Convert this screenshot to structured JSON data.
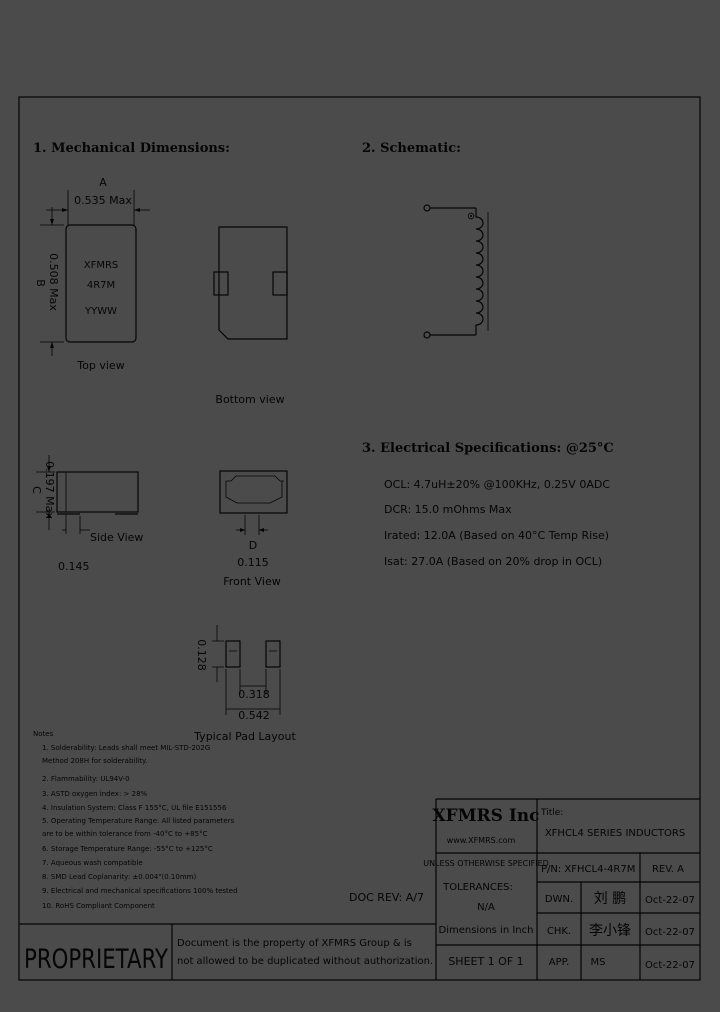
{
  "sections": {
    "mech": "1. Mechanical Dimensions:",
    "schem": "2. Schematic:",
    "elec": "3. Electrical Specifications: @25°C"
  },
  "mech": {
    "dim_a_label": "A",
    "dim_a_value": "0.535 Max",
    "dim_b_text": "0.508 Max",
    "dim_b_letter": "B",
    "marking": [
      "XFMRS",
      "4R7M",
      "YYWW"
    ],
    "top_view": "Top view",
    "bottom_view": "Bottom view",
    "dim_c_text": "0.197 Max",
    "dim_c_letter": "C",
    "side_view": "Side View",
    "side_dim": "0.145",
    "dim_d_letter": "D",
    "dim_d_value": "0.115",
    "front_view": "Front View",
    "pad_height": "0.128",
    "pad_gap": "0.318",
    "pad_total": "0.542",
    "pad_layout": "Typical Pad Layout"
  },
  "electrical": [
    "OCL: 4.7uH±20% @100KHz, 0.25V 0ADC",
    "DCR: 15.0 mOhms Max",
    "Irated: 12.0A (Based on 40°C Temp Rise)",
    "Isat: 27.0A (Based on 20% drop in OCL)"
  ],
  "notes": {
    "title": "Notes",
    "items": [
      "1. Solderability: Leads shall meet MIL-STD-202G",
      "    Method 208H for solderability.",
      "2. Flammability: UL94V-0",
      "3. ASTD oxygen index: > 28%",
      "4. Insulation System: Class F 155°C, UL file E151556",
      "5. Operating Temperature Range: All listed parameters",
      "    are to be within tolerance from -40°C to +85°C",
      "6. Storage Temperature Range: -55°C to +125°C",
      "7. Aqueous wash compatible",
      "8. SMD Lead Coplanarity: ±0.004\"(0.10mm)",
      "9. Electrical and mechanical specifications 100% tested",
      "10. RoHS Compliant Component"
    ]
  },
  "title_block": {
    "company": "XFMRS Inc",
    "website": "www.XFMRS.com",
    "title_label": "Title:",
    "title": "XFHCL4 SERIES INDUCTORS",
    "unless": "UNLESS OTHERWISE SPECIFIED",
    "tolerances": "TOLERANCES:",
    "tol_value": "N/A",
    "dims": "Dimensions in Inch",
    "pn": "P/N: XFHCL4-4R7M",
    "rev": "REV. A",
    "dwn_label": "DWN.",
    "dwn_name": "刘 鹏",
    "dwn_date": "Oct-22-07",
    "chk_label": "CHK.",
    "chk_name": "李小锋",
    "chk_date": "Oct-22-07",
    "app_label": "APP.",
    "app_name": "MS",
    "app_date": "Oct-22-07",
    "sheet": "SHEET  1  OF  1",
    "doc_rev": "DOC REV: A/7",
    "proprietary": "PROPRIETARY",
    "prop_line1": "Document is the property of XFMRS Group & is",
    "prop_line2": "not allowed to be duplicated without authorization."
  }
}
